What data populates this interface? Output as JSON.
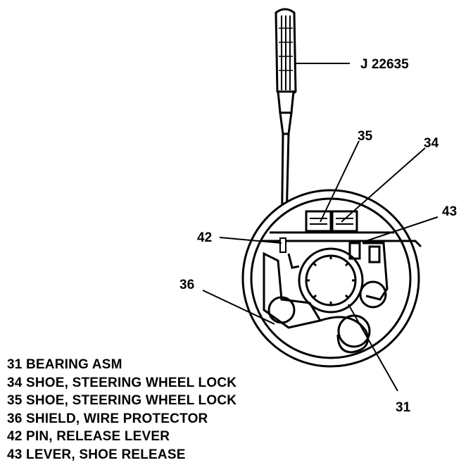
{
  "callouts": {
    "tool": "J 22635",
    "shoe_35": "35",
    "shoe_34": "34",
    "lever_43": "43",
    "pin_42": "42",
    "shield_36": "36",
    "bearing_31": "31"
  },
  "legend": [
    "31 BEARING ASM",
    "34 SHOE, STEERING WHEEL LOCK",
    "35 SHOE, STEERING WHEEL LOCK",
    "36 SHIELD, WIRE PROTECTOR",
    "42 PIN, RELEASE LEVER",
    "43 LEVER, SHOE RELEASE"
  ]
}
